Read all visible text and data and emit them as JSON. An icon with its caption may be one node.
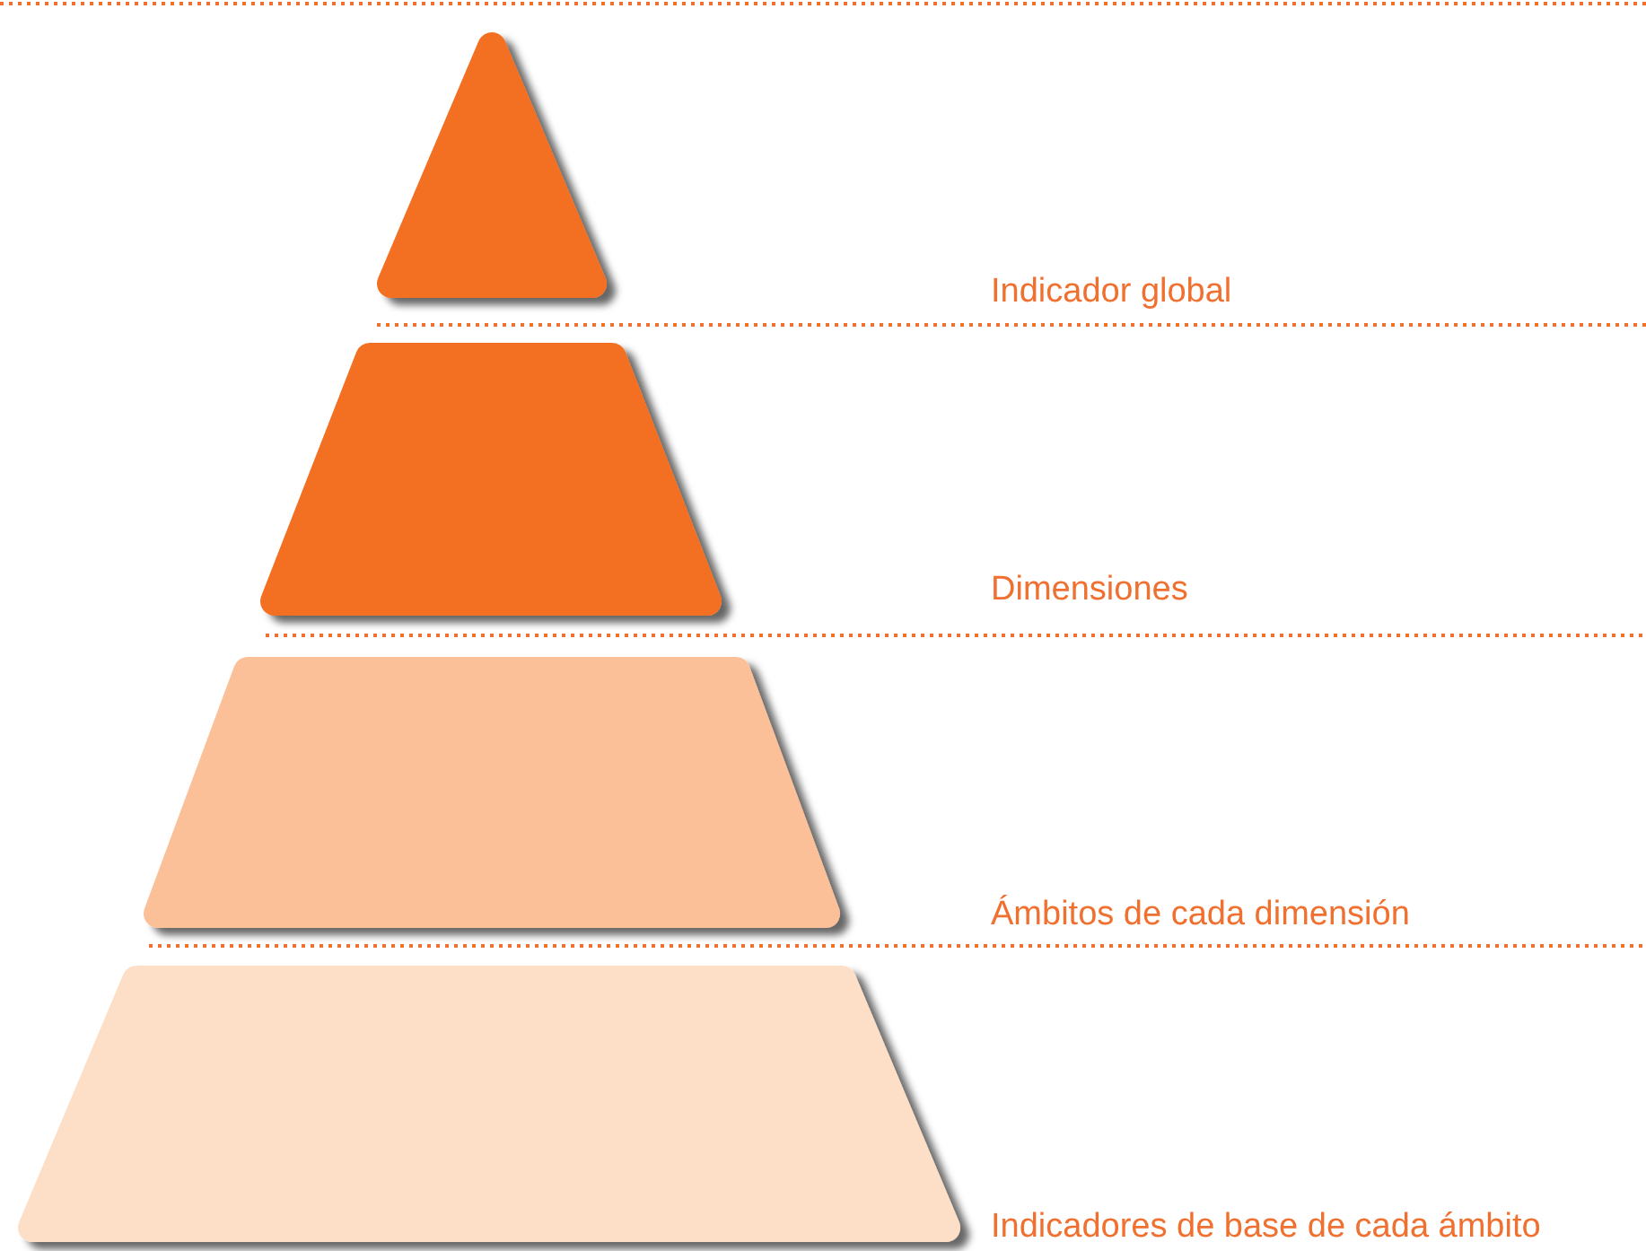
{
  "diagram": {
    "nodes": [
      {
        "text": [],
        "shape": "triangle"
      },
      {
        "text": [],
        "shape": "trapezoid"
      },
      {
        "text": [],
        "shape": "trapezoid"
      },
      {
        "text": [],
        "shape": "trapezoid"
      }
    ],
    "labels": [
      "Indicador global",
      "Dimensiones",
      "Ámbitos de cada dimensión",
      "Indicadores de base de cada ámbito"
    ]
  }
}
